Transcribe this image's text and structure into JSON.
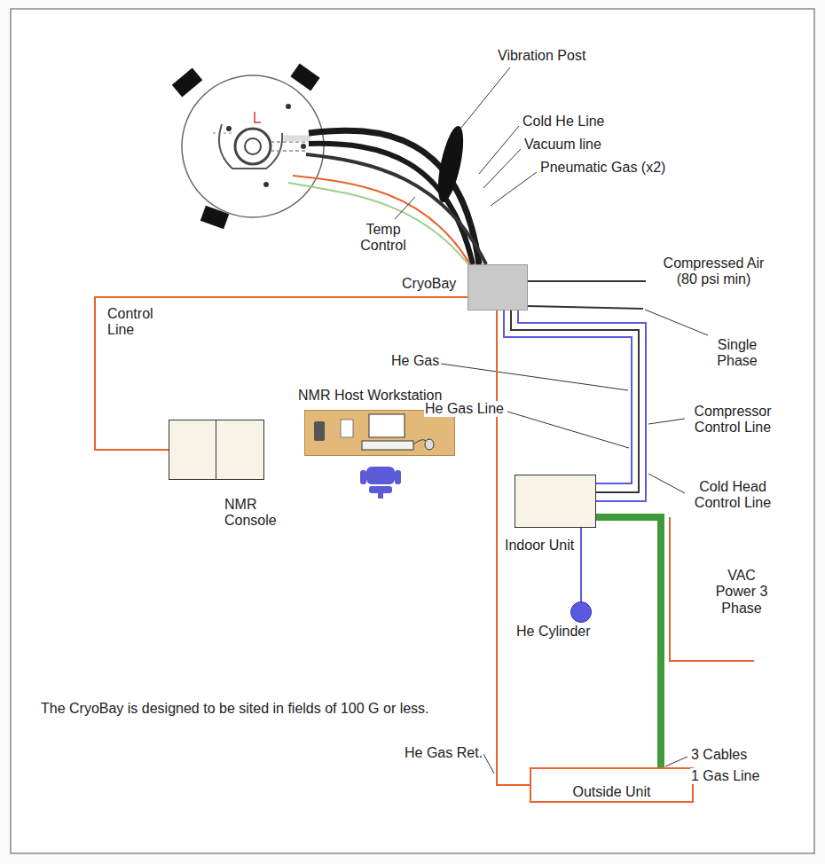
{
  "diagram": {
    "nodes": [
      {
        "text": [
          "CryoBay"
        ]
      },
      {
        "text": [
          "NMR Host Workstation"
        ]
      },
      {
        "text": [
          "NMR Console"
        ]
      },
      {
        "text": [
          "Indoor Unit"
        ]
      },
      {
        "text": [
          "He Cylinder"
        ]
      },
      {
        "text": [
          "Outside Unit"
        ]
      }
    ],
    "edges": [
      {
        "from": 0,
        "to": 2,
        "arrow": "none",
        "label": "Control Line"
      },
      {
        "from": 5,
        "to": 0,
        "arrow": "none",
        "label": "He Gas Ret."
      },
      {
        "from": 0,
        "to": 3,
        "arrow": "none"
      },
      {
        "from": 0,
        "to": 3,
        "arrow": "none"
      },
      {
        "from": 0,
        "to": 3,
        "arrow": "none"
      },
      {
        "from": 4,
        "to": 3,
        "arrow": "none"
      },
      {
        "from": 3,
        "to": 5,
        "arrow": "none"
      }
    ],
    "labels": [
      "Vibration Post",
      "Cold He Line",
      "Vacuum line",
      "Pneumatic Gas (x2)",
      "Temp Control",
      "Compressed Air (80 psi min)",
      "Single Phase",
      "He Gas",
      "He Gas Line",
      "Compressor Control Line",
      "Cold Head Control Line",
      "VAC Power 3 Phase",
      "3 Cables",
      "1 Gas Line",
      "The CryoBay is designed to be sited in fields of 100 G or less."
    ]
  }
}
